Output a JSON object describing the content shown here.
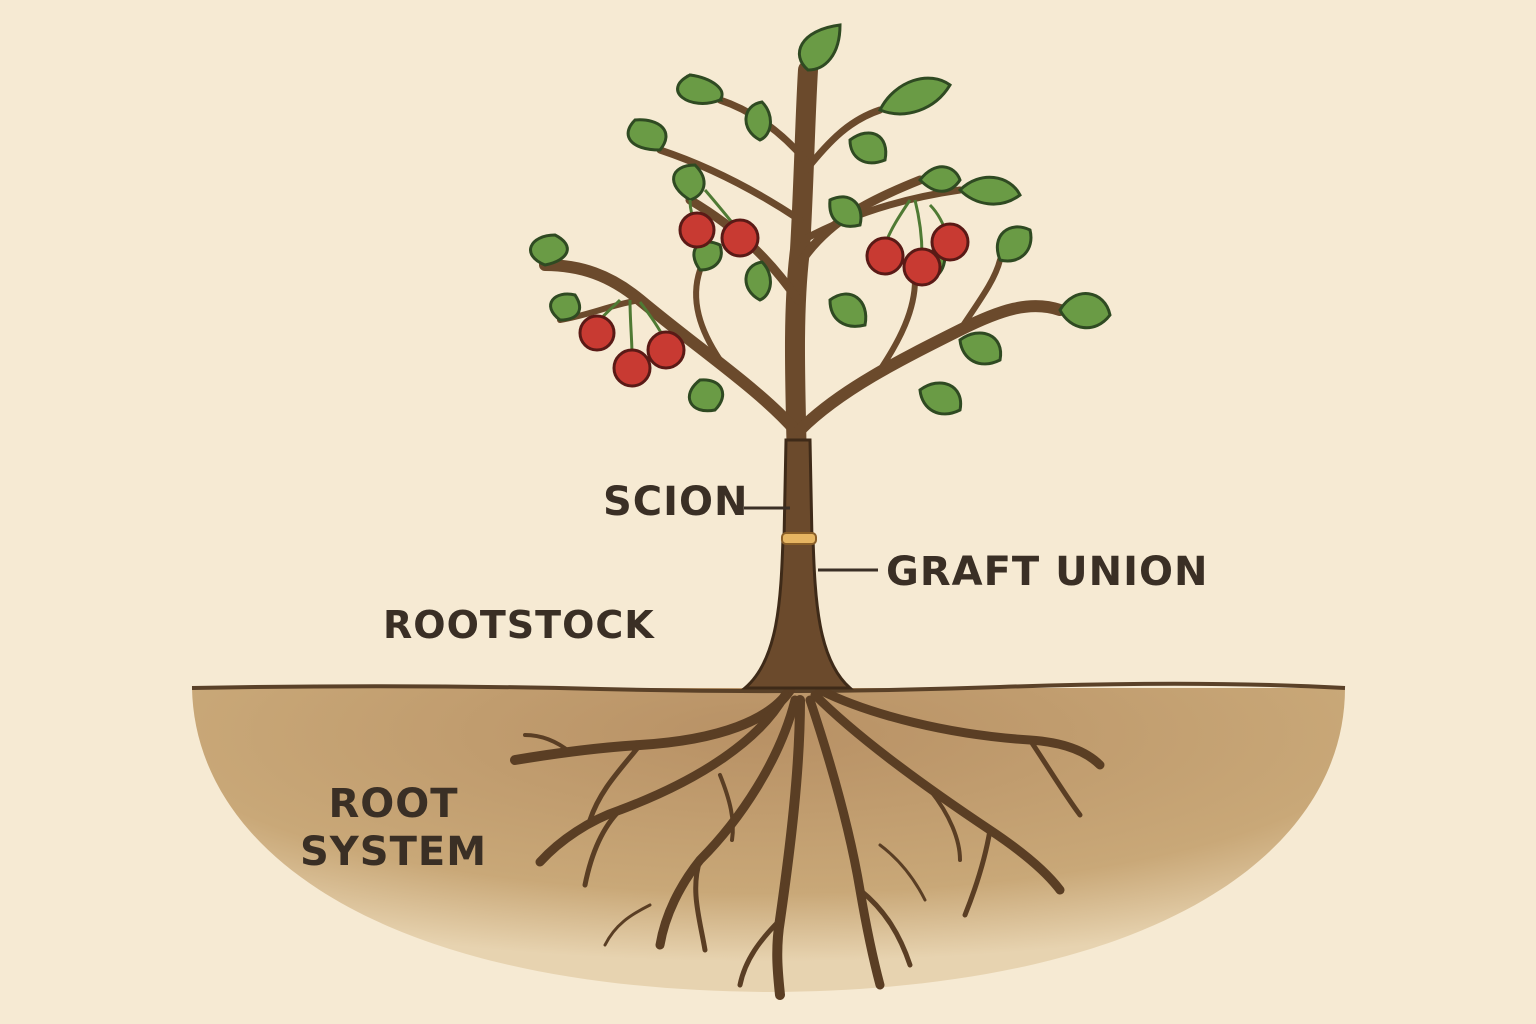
{
  "labels": {
    "scion": "SCION",
    "graft_union": "GRAFT UNION",
    "rootstock": "ROOTSTOCK",
    "root_system": "ROOT\nSYSTEM"
  },
  "colors": {
    "background": "#f6ead3",
    "soil": "#c9a878",
    "trunk": "#6b4a2c",
    "leaf": "#6a9b45",
    "cherry": "#c83a32",
    "text": "#3a2f25",
    "graft_band": "#e6b562"
  }
}
